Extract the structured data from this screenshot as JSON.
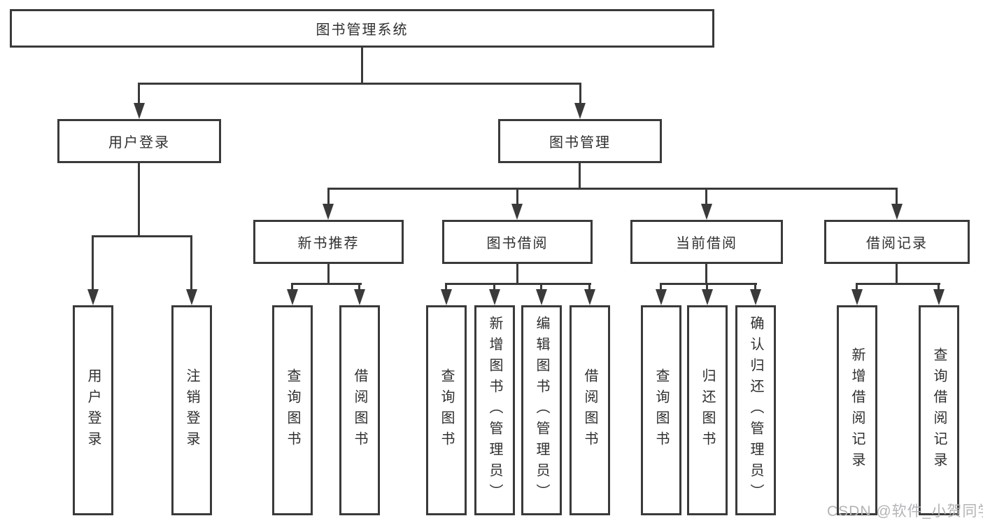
{
  "colors": {
    "line": "#3a3a3a",
    "text": "#2f2f2f",
    "watermark": "#b4b4b8",
    "background": "#ffffff"
  },
  "watermark": {
    "text": "CSDN @软件_小贺同学"
  },
  "nodes": {
    "root": {
      "label": "图书管理系统"
    },
    "user_login": {
      "label": "用户登录"
    },
    "book_mgmt": {
      "label": "图书管理"
    },
    "new_book_rec": {
      "label": "新书推荐"
    },
    "book_borrow": {
      "label": "图书借阅"
    },
    "current_borrow": {
      "label": "当前借阅"
    },
    "borrow_records": {
      "label": "借阅记录"
    },
    "leaf_user_login": {
      "label": "用户登录"
    },
    "leaf_logout": {
      "label": "注销登录"
    },
    "leaf_nbr_query": {
      "label": "查询图书"
    },
    "leaf_nbr_borrow": {
      "label": "借阅图书"
    },
    "leaf_bb_query": {
      "label": "查询图书"
    },
    "leaf_bb_add": {
      "label": "新增图书（管理员）"
    },
    "leaf_bb_edit": {
      "label": "编辑图书（管理员）"
    },
    "leaf_bb_borrow": {
      "label": "借阅图书"
    },
    "leaf_cb_query": {
      "label": "查询图书"
    },
    "leaf_cb_return": {
      "label": "归还图书"
    },
    "leaf_cb_confirm": {
      "label": "确认归还（管理员）"
    },
    "leaf_br_add": {
      "label": "新增借阅记录"
    },
    "leaf_br_query": {
      "label": "查询借阅记录"
    }
  }
}
